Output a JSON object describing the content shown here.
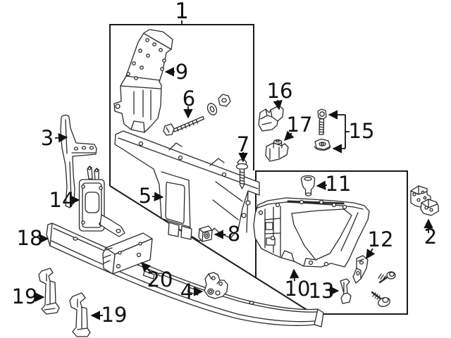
{
  "diagram": {
    "background_color": "#ffffff",
    "line_color": "#1a1a1a",
    "part_stroke_color": "#2a2a2a",
    "callouts": {
      "c1": {
        "number": "1",
        "depicts": "assembly-group-box"
      },
      "c2": {
        "number": "2",
        "depicts": "stepped-bracket"
      },
      "c3": {
        "number": "3",
        "depicts": "l-bracket-with-arm"
      },
      "c4": {
        "number": "4",
        "depicts": "hinge-bracket"
      },
      "c5": {
        "number": "5",
        "depicts": "center-support-panel"
      },
      "c6": {
        "number": "6",
        "depicts": "bolt-with-washer-and-nut"
      },
      "c7": {
        "number": "7",
        "depicts": "flange-screw"
      },
      "c8": {
        "number": "8",
        "depicts": "square-clip"
      },
      "c9": {
        "number": "9",
        "depicts": "upper-tie-bracket"
      },
      "c10": {
        "number": "10",
        "depicts": "side-support-panel"
      },
      "c11": {
        "number": "11",
        "depicts": "rubber-mount-plug"
      },
      "c12": {
        "number": "12",
        "depicts": "gusset-plate"
      },
      "c13": {
        "number": "13",
        "depicts": "small-clip"
      },
      "c14": {
        "number": "14",
        "depicts": "mounting-plate"
      },
      "c15": {
        "number": "15",
        "depicts": "bolt-and-flange-nut-pair"
      },
      "c16": {
        "number": "16",
        "depicts": "clamp-clip"
      },
      "c17": {
        "number": "17",
        "depicts": "clamp-clip-with-boss"
      },
      "c18": {
        "number": "18",
        "depicts": "bumper-reinforcement-bar"
      },
      "c19a": {
        "number": "19",
        "depicts": "support-side-bracket-left"
      },
      "c19b": {
        "number": "19",
        "depicts": "support-side-bracket-right"
      },
      "c20": {
        "number": "20",
        "depicts": "box-bracket"
      }
    },
    "unlabeled_fasteners": [
      "flange-bolt",
      "flange-washer-screw"
    ]
  }
}
